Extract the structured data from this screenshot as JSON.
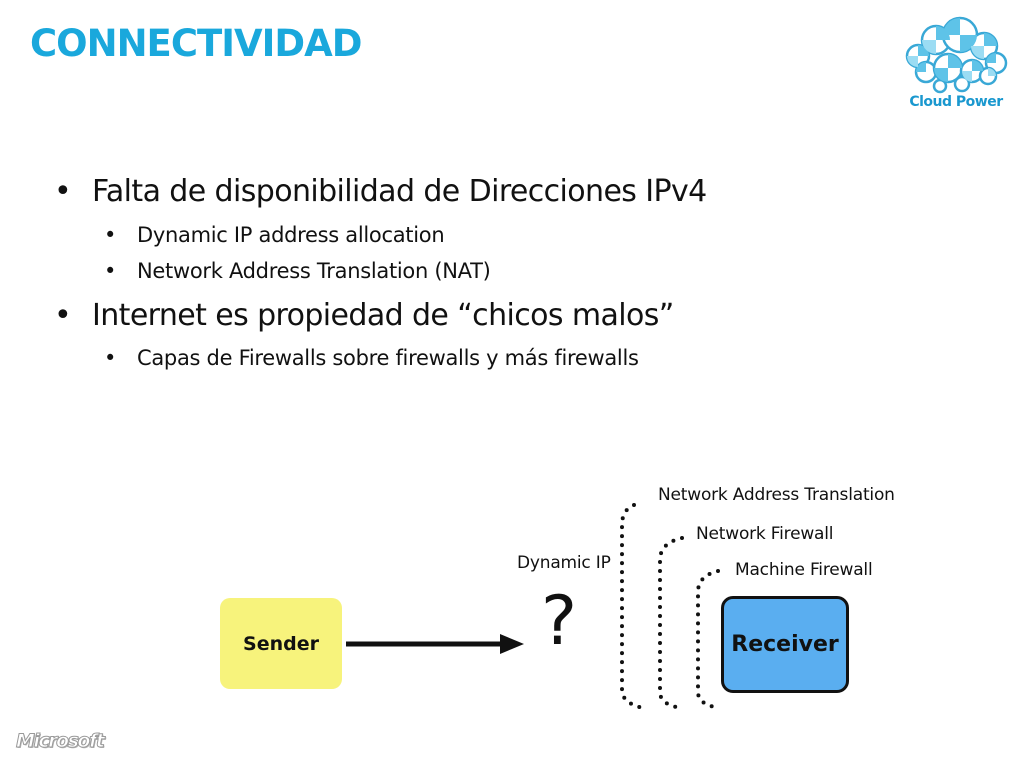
{
  "slide": {
    "title": "CONNECTIVIDAD"
  },
  "brand": {
    "label": "Cloud Power",
    "icon": "cloud-power-logo"
  },
  "bullets": [
    {
      "text": "Falta de disponibilidad de Direcciones IPv4",
      "subs": [
        "Dynamic IP address allocation",
        "Network Address Translation (NAT)"
      ]
    },
    {
      "text": "Internet es propiedad de “chicos malos”",
      "subs": [
        "Capas de Firewalls sobre firewalls y más firewalls"
      ]
    }
  ],
  "bullet_glyph": "•",
  "diagram": {
    "sender": "Sender",
    "receiver": "Receiver",
    "unknown": "?",
    "dynamic_ip": "Dynamic IP",
    "layers": [
      "Network Address Translation",
      "Network Firewall",
      "Machine Firewall"
    ],
    "colors": {
      "sender_fill": "#f7f37c",
      "receiver_fill": "#5aaef0"
    }
  },
  "footer": {
    "logo": "Microsoft"
  },
  "theme": {
    "accent": "#1aa8dc"
  }
}
